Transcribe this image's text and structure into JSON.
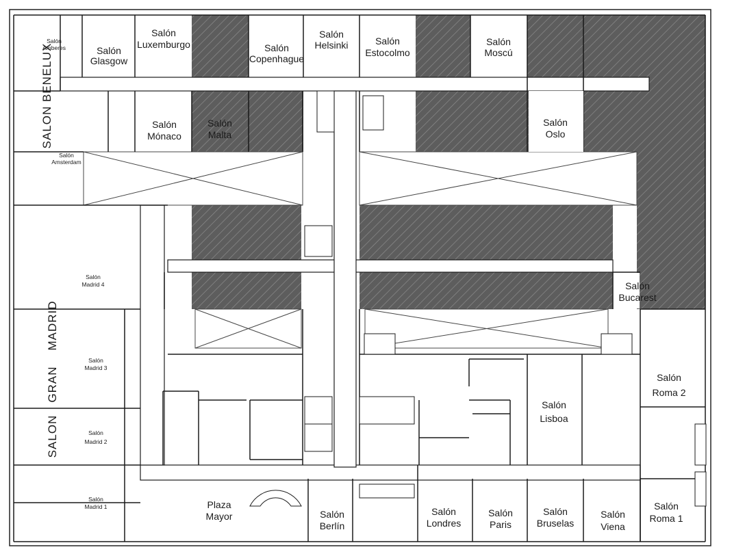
{
  "rooms": {
    "amberes": {
      "l1": "Salón",
      "l2": "Amberes"
    },
    "glasgow": {
      "l1": "Salón",
      "l2": "Glasgow"
    },
    "luxemburgo": {
      "l1": "Salón",
      "l2": "Luxemburgo"
    },
    "copenhague": {
      "l1": "Salón",
      "l2": "Copenhague"
    },
    "helsinki": {
      "l1": "Salón",
      "l2": "Helsinki"
    },
    "estocolmo": {
      "l1": "Salón",
      "l2": "Estocolmo"
    },
    "moscu": {
      "l1": "Salón",
      "l2": "Moscú"
    },
    "monaco": {
      "l1": "Salón",
      "l2": "Mónaco"
    },
    "malta": {
      "l1": "Salón",
      "l2": "Malta"
    },
    "oslo": {
      "l1": "Salón",
      "l2": "Oslo"
    },
    "amsterdam": {
      "l1": "Salón",
      "l2": "Amsterdam"
    },
    "madrid4": {
      "l1": "Salón",
      "l2": "Madrid 4"
    },
    "madrid3": {
      "l1": "Salón",
      "l2": "Madrid 3"
    },
    "madrid2": {
      "l1": "Salón",
      "l2": "Madrid 2"
    },
    "madrid1": {
      "l1": "Salón",
      "l2": "Madrid 1"
    },
    "bucarest": {
      "l1": "Salón",
      "l2": "Bucarest"
    },
    "roma2": {
      "l1": "Salón",
      "l2": "Roma 2"
    },
    "lisboa": {
      "l1": "Salón",
      "l2": "Lisboa"
    },
    "roma1": {
      "l1": "Salón",
      "l2": "Roma 1"
    },
    "plaza": {
      "l1": "Plaza",
      "l2": "Mayor"
    },
    "berlin": {
      "l1": "Salón",
      "l2": "Berlín"
    },
    "londres": {
      "l1": "Salón",
      "l2": "Londres"
    },
    "paris": {
      "l1": "Salón",
      "l2": "Paris"
    },
    "bruselas": {
      "l1": "Salón",
      "l2": "Bruselas"
    },
    "viena": {
      "l1": "Salón",
      "l2": "Viena"
    }
  },
  "benelux_label": "SALON BENELUX",
  "gran_madrid_words": [
    "SALON",
    "GRAN",
    "MADRID"
  ],
  "colors": {
    "wall": "#1a1a1a",
    "hatch_bg": "#5d5d5d",
    "hatch_line": "#8c8c8c",
    "void": "#ffffff"
  }
}
